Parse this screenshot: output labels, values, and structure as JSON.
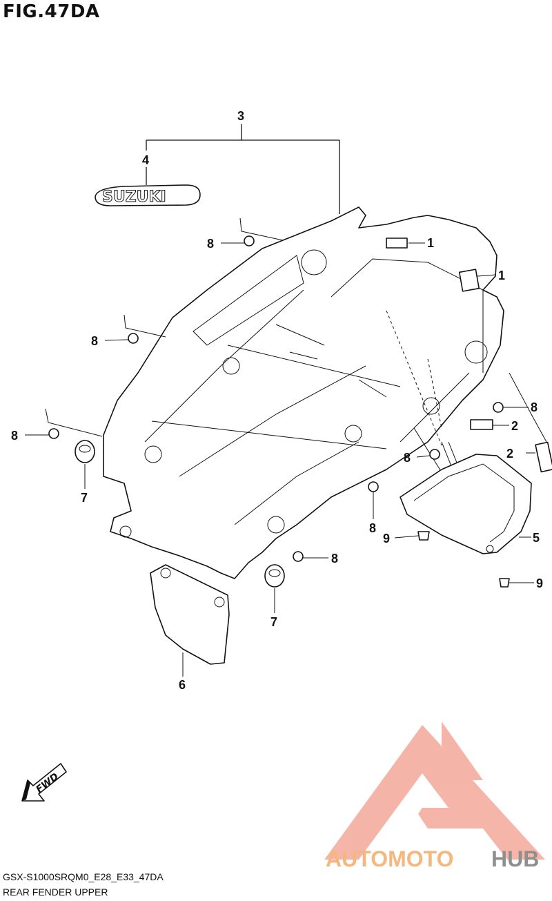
{
  "figure": {
    "title": "FIG.47DA"
  },
  "callouts": {
    "c1a": "1",
    "c1b": "1",
    "c2a": "2",
    "c2b": "2",
    "c3": "3",
    "c4": "4",
    "c5": "5",
    "c6": "6",
    "c7a": "7",
    "c7b": "7",
    "c8a": "8",
    "c8b": "8",
    "c8c": "8",
    "c8d": "8",
    "c8e": "8",
    "c8f": "8",
    "c8g": "8",
    "c9a": "9",
    "c9b": "9"
  },
  "emblem": {
    "text": "SUZUKI"
  },
  "fwd_marker": {
    "text": "FWD"
  },
  "watermark": {
    "part1": "AUTOMOTO",
    "part2": "HUB",
    "color_main": "#f3a99a",
    "color_hub": "#8f8f8f"
  },
  "footer": {
    "code": "GSX-S1000SRQM0_E28_E33_47DA",
    "description": "REAR FENDER UPPER"
  }
}
